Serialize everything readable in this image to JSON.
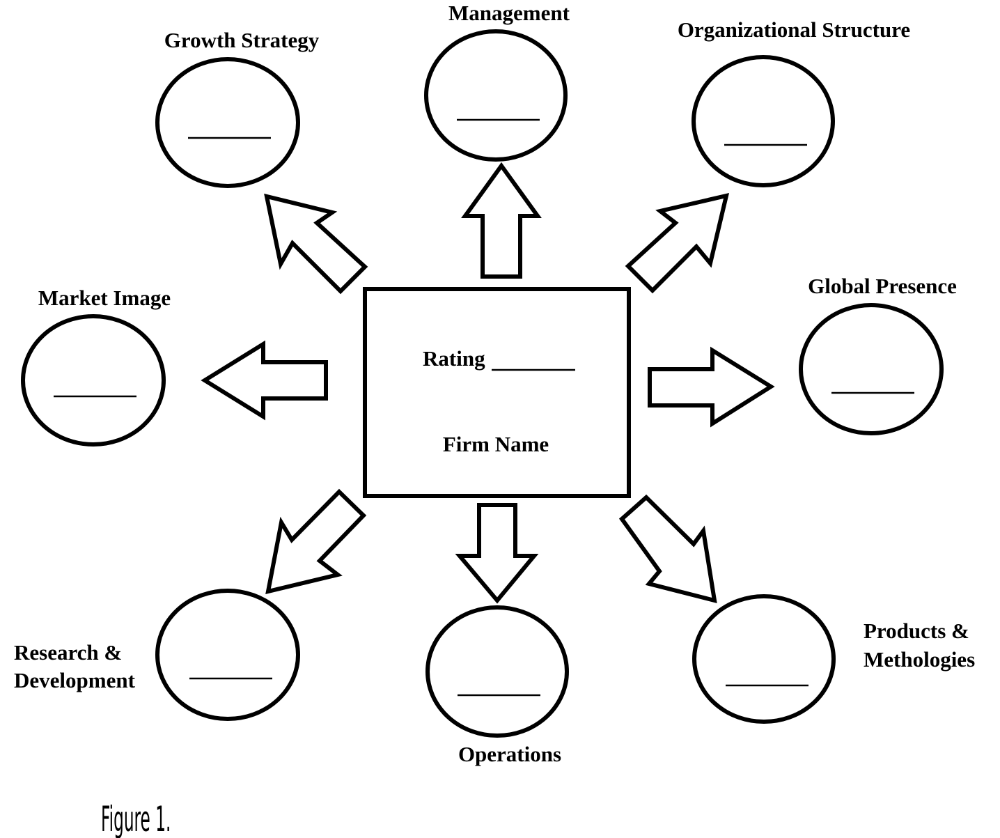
{
  "center": {
    "rating_label": "Rating",
    "firm_name": "Firm Name"
  },
  "nodes": {
    "growth_strategy": "Growth Strategy",
    "management": "Management",
    "organizational_structure": "Organizational Structure",
    "market_image": "Market Image",
    "global_presence": "Global Presence",
    "research_development": [
      "Research &",
      "Development"
    ],
    "operations": "Operations",
    "products_methologies": [
      "Products &",
      "Methologies"
    ]
  },
  "caption": "Figure 1."
}
